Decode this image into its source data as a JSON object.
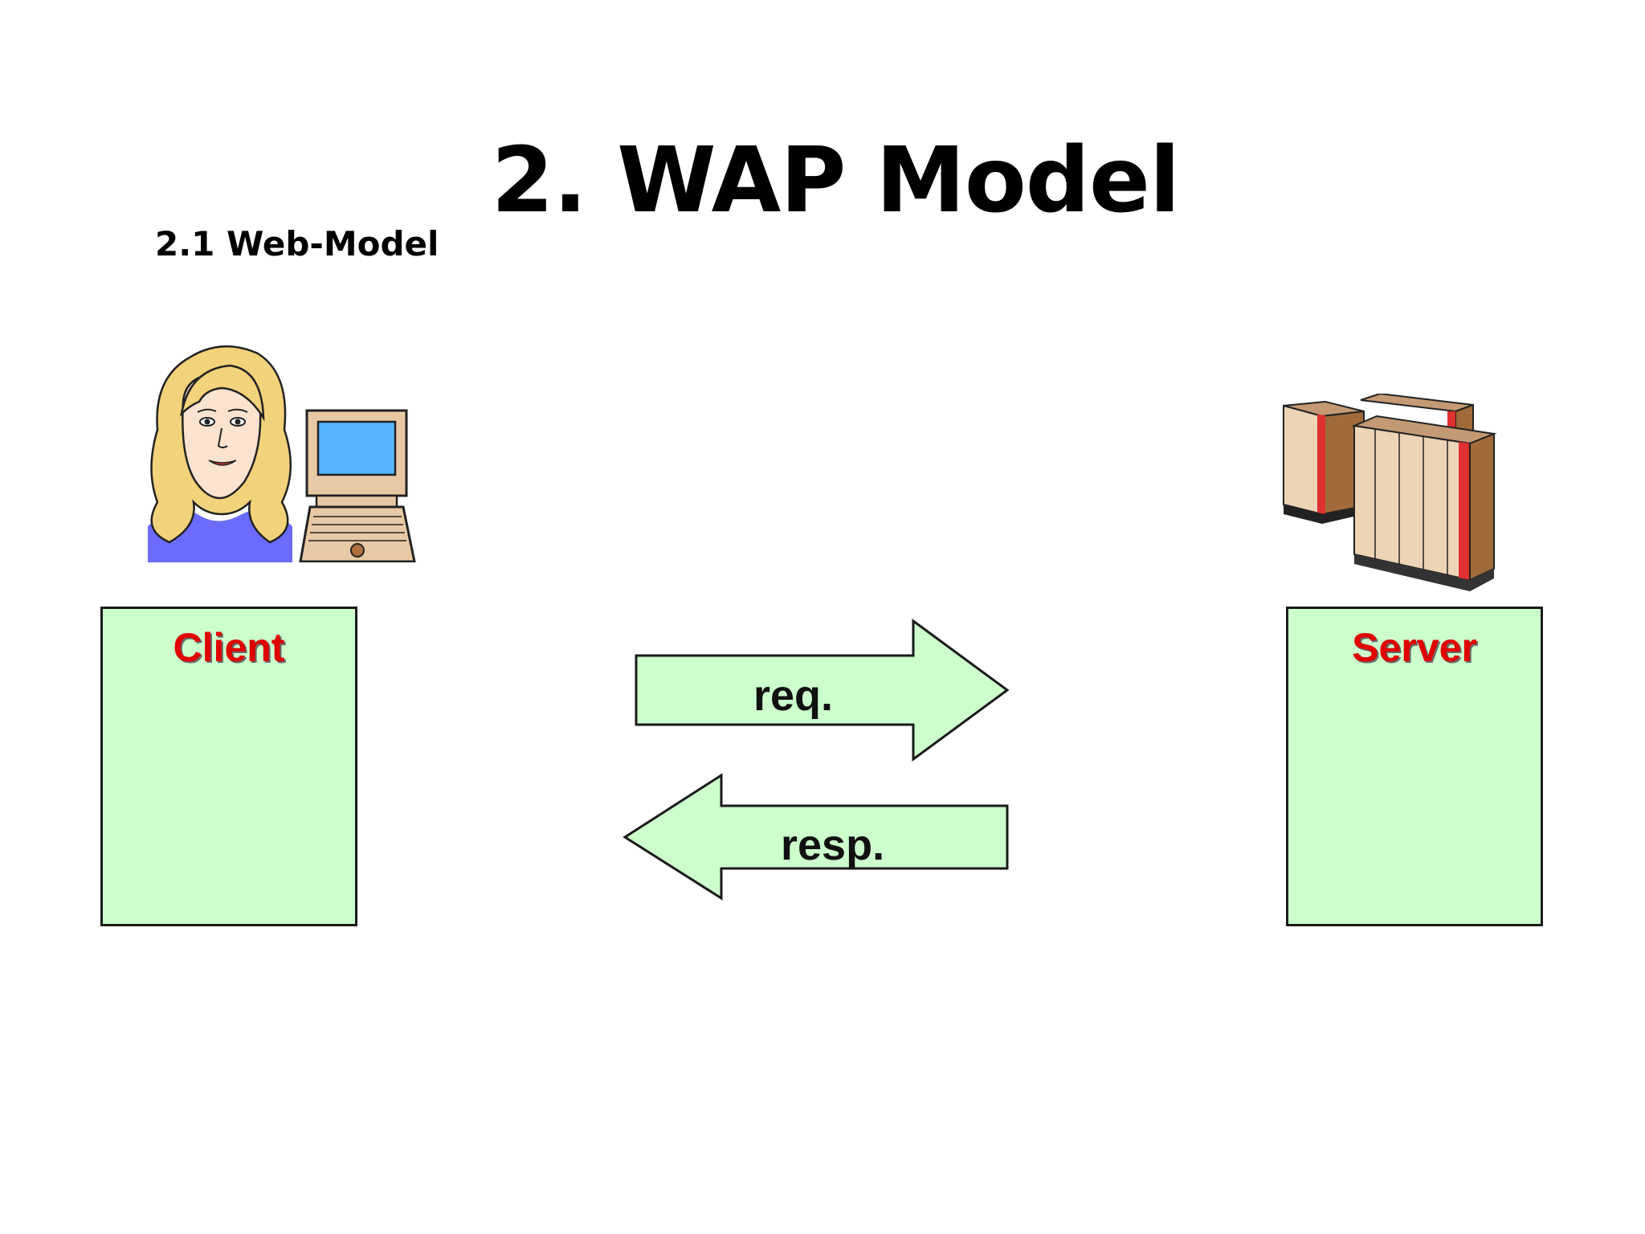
{
  "slide": {
    "title": "2. WAP Model",
    "subtitle": "2.1 Web-Model"
  },
  "client": {
    "label": "Client"
  },
  "server": {
    "label": "Server"
  },
  "arrows": {
    "request_label": "req.",
    "response_label": "resp."
  },
  "colors": {
    "box_fill": "#ccffcc",
    "label_red": "#e00000",
    "border": "#1a1a1a"
  },
  "icons": {
    "client_illustration": "woman-with-laptop-icon",
    "server_illustration": "server-racks-icon"
  }
}
